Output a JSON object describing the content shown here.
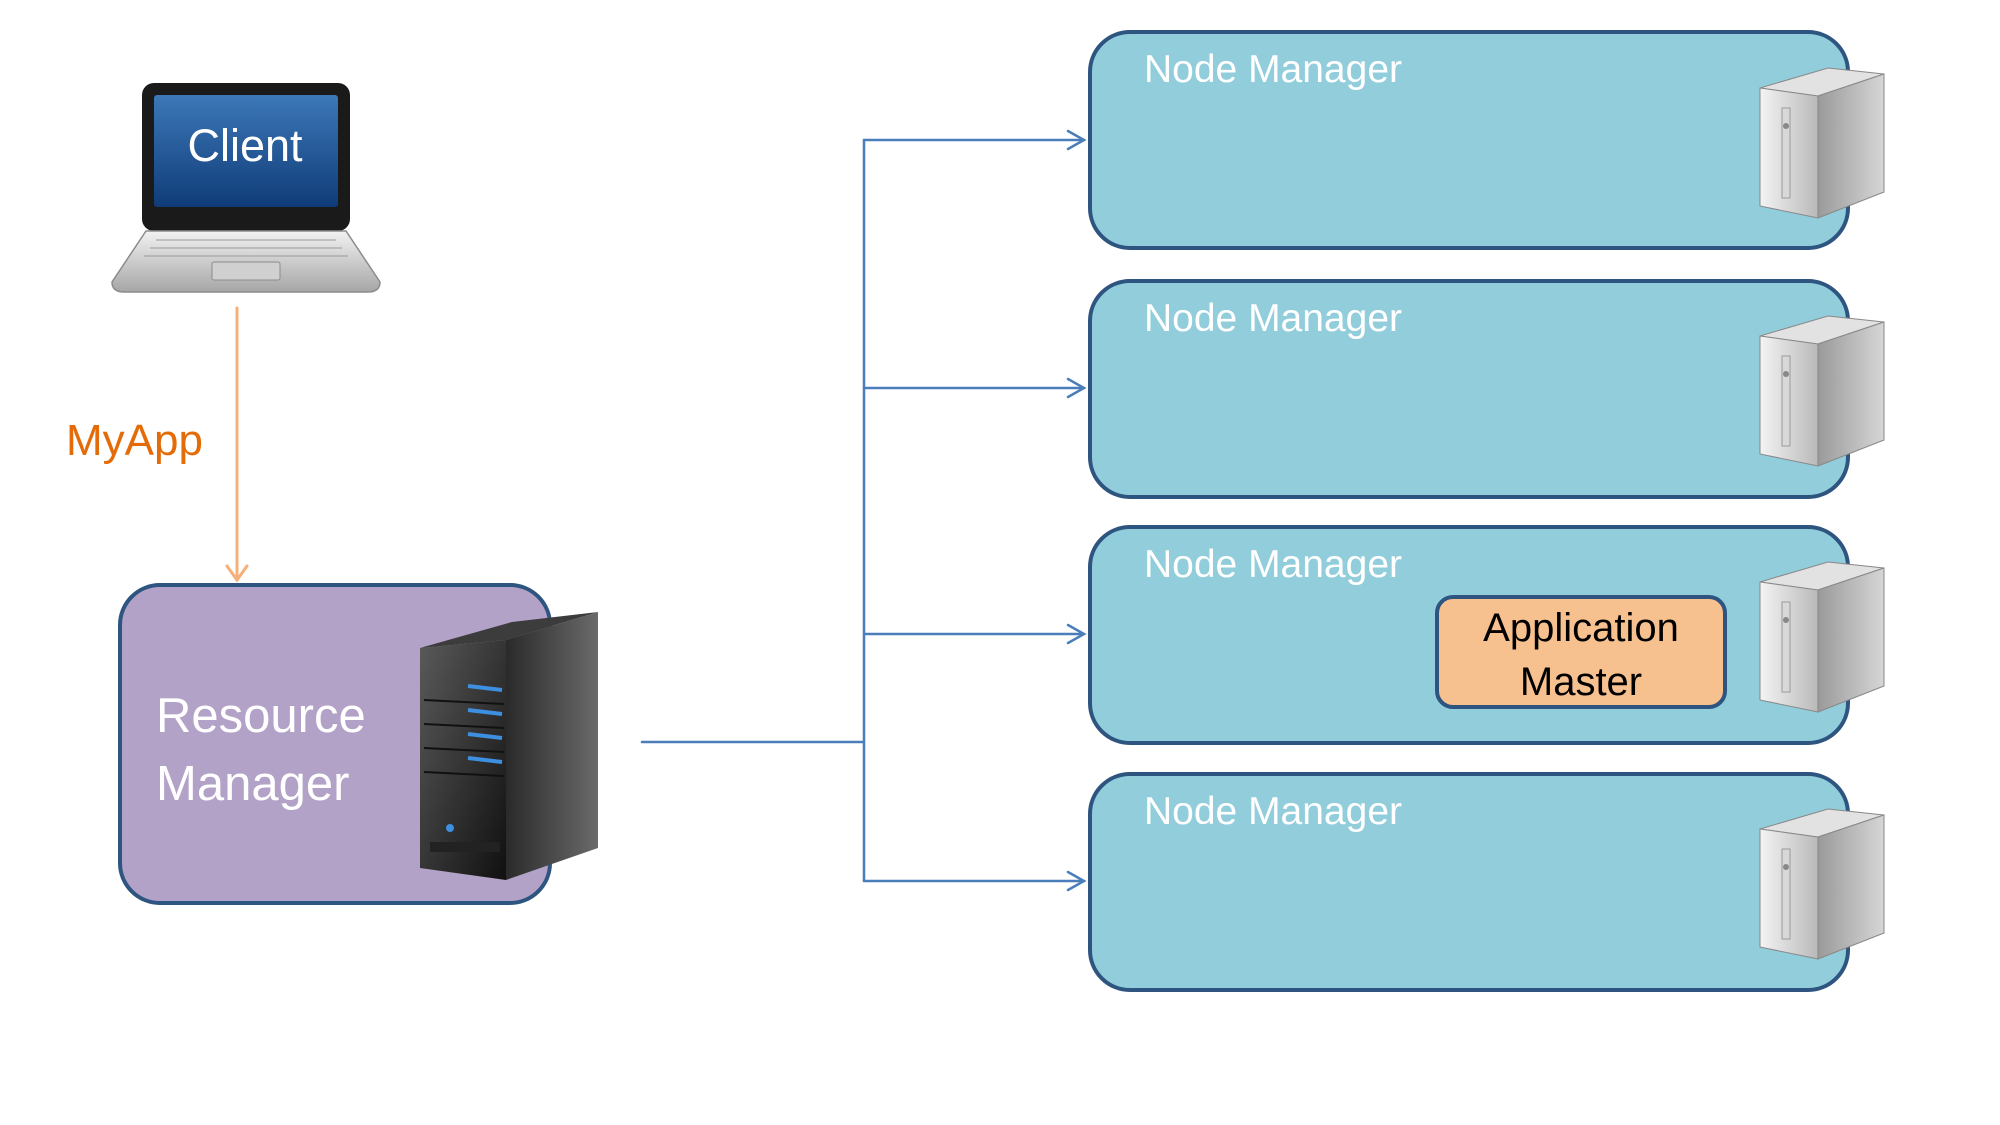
{
  "client": {
    "label": "Client",
    "icon": "laptop-icon"
  },
  "submission": {
    "label": "MyApp",
    "color": "#e36c09"
  },
  "resource_manager": {
    "label_line1": "Resource",
    "label_line2": "Manager",
    "icon": "server-tower-icon",
    "color": "#b3a2c7"
  },
  "node_managers": [
    {
      "label": "Node Manager",
      "icon": "server-icon"
    },
    {
      "label": "Node Manager",
      "icon": "server-icon"
    },
    {
      "label": "Node Manager",
      "icon": "server-icon"
    },
    {
      "label": "Node Manager",
      "icon": "server-icon"
    }
  ],
  "application_master": {
    "label_line1": "Application",
    "label_line2": "Master",
    "color": "#f7c08f"
  },
  "colors": {
    "node_fill": "#92cddc",
    "border": "#2e5480",
    "connector": "#4a7ebb",
    "myapp_arrow": "#f7b07a"
  }
}
